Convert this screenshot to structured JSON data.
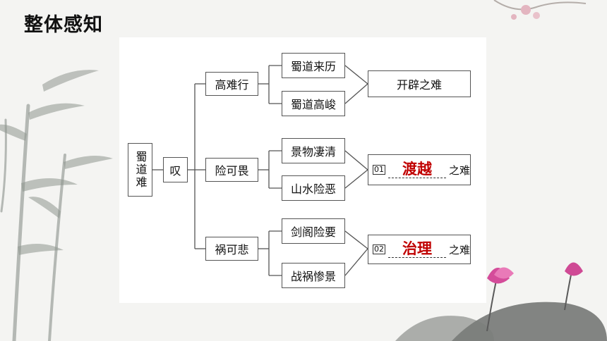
{
  "header": {
    "title": "整体感知"
  },
  "diagram": {
    "root": "蜀道难",
    "hub": "叹",
    "branches": [
      {
        "label": "高难行",
        "children": [
          "蜀道来历",
          "蜀道高峻"
        ],
        "result": {
          "text": "开辟之难"
        }
      },
      {
        "label": "险可畏",
        "children": [
          "景物凄清",
          "山水险恶"
        ],
        "result": {
          "number": "01",
          "answer": "渡越",
          "suffix": "之难"
        }
      },
      {
        "label": "祸可悲",
        "children": [
          "剑阁险要",
          "战祸惨景"
        ],
        "result": {
          "number": "02",
          "answer": "治理",
          "suffix": "之难"
        }
      }
    ]
  },
  "colors": {
    "answer": "#c00000",
    "line": "#555555",
    "border": "#555555"
  }
}
